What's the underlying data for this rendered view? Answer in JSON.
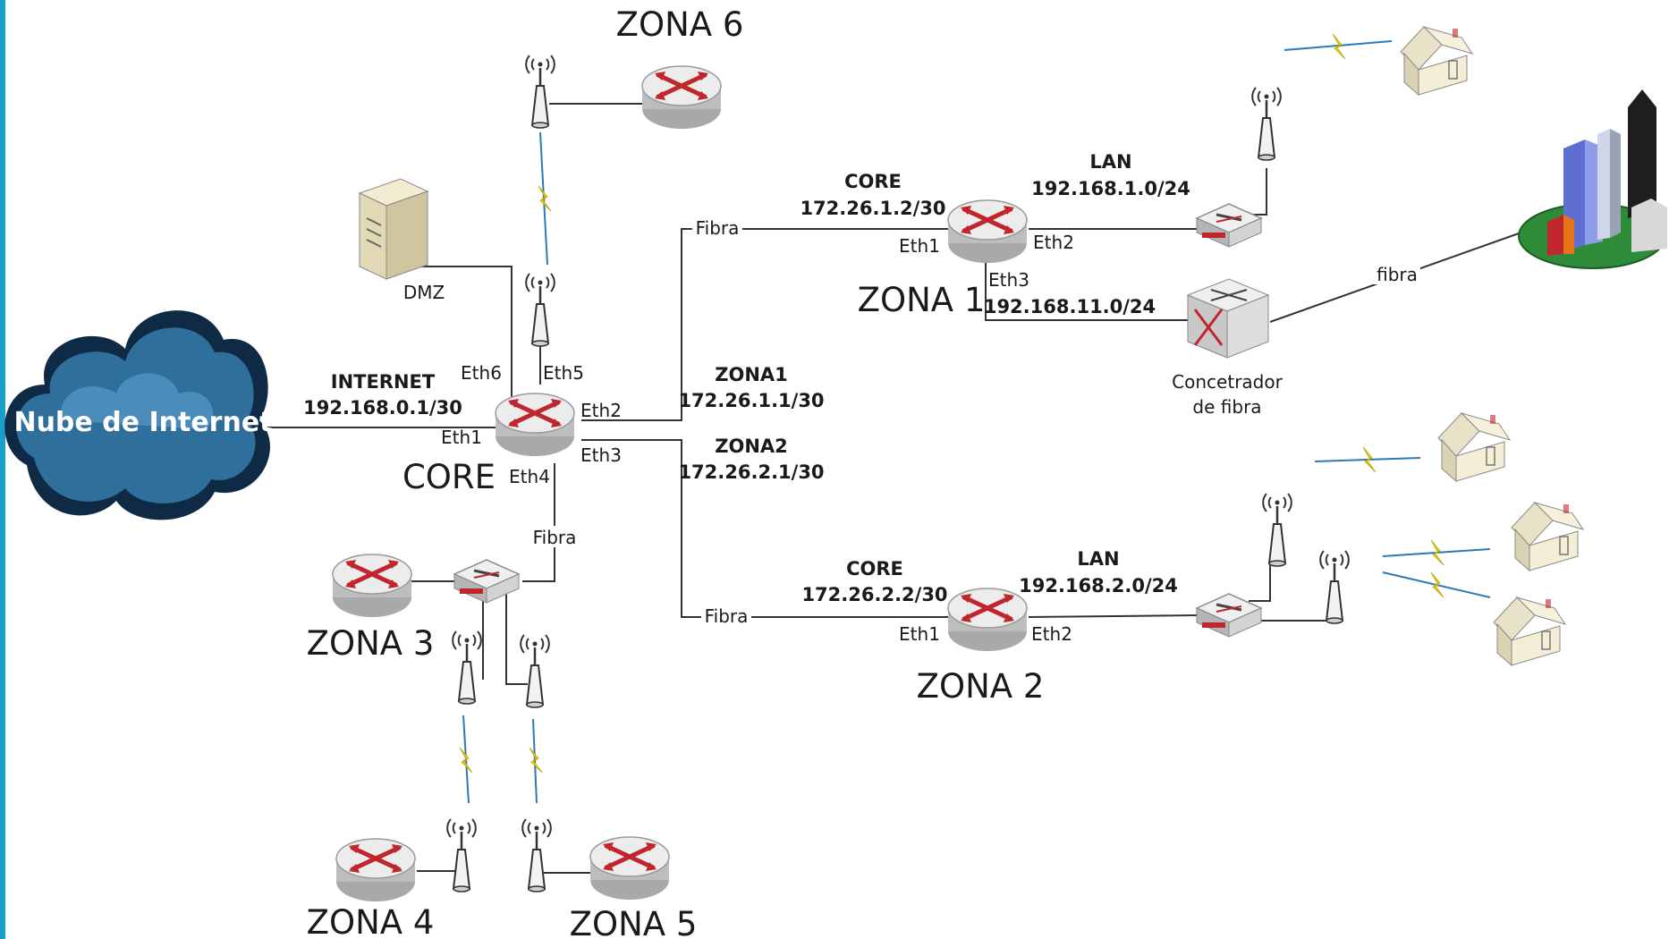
{
  "colors": {
    "accent_left_bar": "#1aa0c8",
    "router_red": "#c0272d",
    "cloud_blue": "#2f6f9c",
    "wireless_bolt": "#e8d41a",
    "wireless_line": "#2a7ab8",
    "building_ground": "#2e8b3a"
  },
  "cloud": {
    "label": "Nube de Internet"
  },
  "internet_link": {
    "title": "INTERNET",
    "ip": "192.168.0.1/30"
  },
  "core": {
    "label": "CORE",
    "ports": {
      "eth1": "Eth1",
      "eth2": "Eth2",
      "eth3": "Eth3",
      "eth4": "Eth4",
      "eth5": "Eth5",
      "eth6": "Eth6"
    }
  },
  "dmz": {
    "label": "DMZ"
  },
  "links": {
    "zona1_title": "ZONA1",
    "zona1_ip": "172.26.1.1/30",
    "zona2_title": "ZONA2",
    "zona2_ip": "172.26.2.1/30",
    "fibra": "Fibra",
    "fibra_lower": "fibra"
  },
  "zona1": {
    "label": "ZONA 1",
    "core_title": "CORE",
    "core_ip": "172.26.1.2/30",
    "lan_title": "LAN",
    "lan_ip": "192.168.1.0/24",
    "eth1": "Eth1",
    "eth2": "Eth2",
    "eth3": "Eth3",
    "eth3_ip": "192.168.11.0/24",
    "concentrator_line1": "Concetrador",
    "concentrator_line2": "de fibra"
  },
  "zona2": {
    "label": "ZONA 2",
    "core_title": "CORE",
    "core_ip": "172.26.2.2/30",
    "lan_title": "LAN",
    "lan_ip": "192.168.2.0/24",
    "eth1": "Eth1",
    "eth2": "Eth2"
  },
  "zona3": {
    "label": "ZONA 3"
  },
  "zona4": {
    "label": "ZONA 4"
  },
  "zona5": {
    "label": "ZONA 5"
  },
  "zona6": {
    "label": "ZONA 6"
  },
  "icons": [
    "router-icon",
    "switch-icon",
    "antenna-icon",
    "house-icon",
    "server-icon",
    "cloud-icon",
    "building-icon",
    "fiber-concentrator-icon",
    "wireless-link-icon"
  ]
}
